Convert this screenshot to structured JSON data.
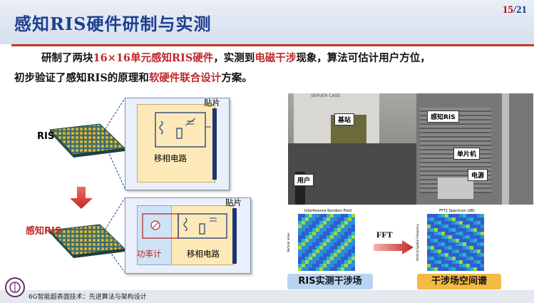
{
  "slide": {
    "title": "感知RIS硬件研制与实测",
    "page_current": "15",
    "page_total": "/21"
  },
  "paragraph": {
    "line1_a": "研制了两块",
    "line1_b": "16×16单元感知RIS硬件",
    "line1_c": "，实测到",
    "line1_d": "电磁干涉",
    "line1_e": "现象，算法可估计用户方位，",
    "line2_a": "初步验证了感知RIS的原理和",
    "line2_b": "软硬件联合设计",
    "line2_c": "方案。"
  },
  "diagram": {
    "ris_label": "RIS",
    "sensing_ris_label": "感知RIS",
    "patch_label_top": "贴片",
    "phase_circuit_top": "移相电路",
    "patch_label_bottom": "贴片",
    "power_meter": "功率计",
    "phase_circuit_bottom": "移相电路"
  },
  "photo": {
    "tag_base_station": "基站",
    "tag_sensing_ris": "感知RIS",
    "tag_mcu": "单片机",
    "tag_user": "用户",
    "tag_power": "电源",
    "box_text": "SERVER CASE"
  },
  "plots": {
    "left_title": "Interference Random Field",
    "left_ylabel": "Vertical index",
    "right_title": "FFT2 Spectrum (dB)",
    "right_ylabel": "Vertical Spatial Frequency",
    "fft_label": "FFT",
    "caption_left": "RIS实测干涉场",
    "caption_right": "干涉场空间谱"
  },
  "footer": {
    "text": "6G智能超表面技术：先进算法与架构设计"
  },
  "colors": {
    "title_blue": "#1d3f8f",
    "accent_red": "#c0282b",
    "caption_blue": "#b8d4f2",
    "caption_orange": "#f5b946"
  }
}
